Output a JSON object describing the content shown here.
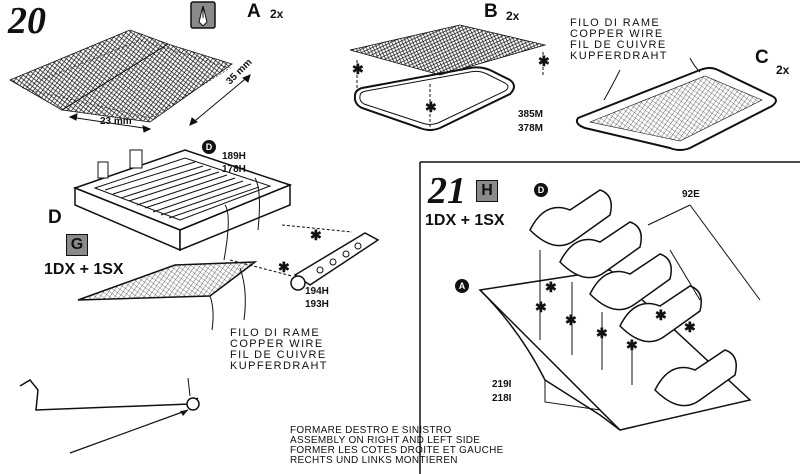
{
  "step20": {
    "number": "20",
    "part_a": {
      "letter": "A",
      "qty": "2x"
    },
    "part_b": {
      "letter": "B",
      "qty": "2x",
      "codes": [
        "385M",
        "378M"
      ]
    },
    "part_c": {
      "letter": "C",
      "qty": "2x"
    },
    "dim_width": "23 mm",
    "dim_length": "35 mm",
    "wire_label_top": [
      "FILO DI RAME",
      "COPPER WIRE",
      "FIL DE CUIVRE",
      "KUPFERDRAHT"
    ],
    "part_d": {
      "letter": "D",
      "badge": "D",
      "codes": [
        "189H",
        "178H"
      ]
    },
    "part_g": {
      "badge": "G",
      "qty": "1DX + 1SX",
      "codes": [
        "194H",
        "193H"
      ]
    },
    "wire_label_bottom": [
      "FILO DI RAME",
      "COPPER WIRE",
      "FIL DE CUIVRE",
      "KUPFERDRAHT"
    ],
    "assembly_note": [
      "FORMARE DESTRO E SINISTRO",
      "ASSEMBLY ON RIGHT AND LEFT SIDE",
      "FORMER LES COTES DROITE ET GAUCHE",
      "RECHTS UND LINKS MONTIEREN"
    ]
  },
  "step21": {
    "number": "21",
    "badge": "H",
    "qty": "1DX + 1SX",
    "part_d_badge": "D",
    "part_a_badge": "A",
    "code_top": "92E",
    "codes_bottom": [
      "219I",
      "218I"
    ]
  },
  "icons": [
    "knife-icon",
    "asterisk-glue-marker-icon"
  ],
  "colors": {
    "ink": "#111111",
    "badge_fill": "#8a8a8a",
    "paper": "#ffffff"
  }
}
